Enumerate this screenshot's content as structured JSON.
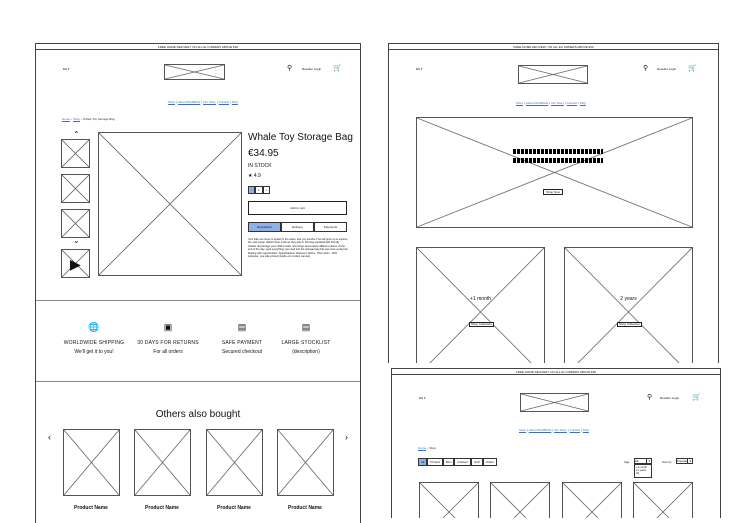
{
  "colors": {
    "accent": "#8fb0e8",
    "link": "#3b6fc4"
  },
  "common": {
    "banner": "FREE HOME DELIVERY ON ALL EU ORDERS ABOVE €60",
    "lang": "EN ▾",
    "reseller_login": "Reseller Login",
    "nav": [
      "Shop",
      "About PlanBKids",
      "Our Story",
      "Contact",
      "FAQ"
    ]
  },
  "product": {
    "breadcrumb": [
      "Home",
      "Shop",
      "Whale Toy Storage Bag"
    ],
    "title": "Whale Toy Storage Bag",
    "price": "€34.95",
    "stock": "IN STOCK",
    "rating": "4.9",
    "qty": {
      "minus": "-",
      "value": "1",
      "plus": "+"
    },
    "add_to_cart": "Add to cart",
    "tabs": [
      "Description",
      "Delivery",
      "Payments"
    ],
    "description": "Your little one loves to splash in the water, and you wonder if he will grow up to explore the vast ocean. Watch them smile as they play in this bag speckled with friendly whales. Encourage your child to learn new things and explore different places. At the end of the day, pack everything you need into the storage bag that was once a playmat floating with opportunities. Specifications: Diameter 140cm, 70% cotton - 30% polyester, one side printed (inside ecru cotton canvas)",
    "features": [
      {
        "icon": "globe-icon",
        "title": "WORLDWIDE SHIPPING",
        "sub": "We'll get it to you!"
      },
      {
        "icon": "box-icon",
        "title": "30 DAYS FOR RETURNS",
        "sub": "For all orders"
      },
      {
        "icon": "credit-card-icon",
        "title": "SAFE PAYMENT",
        "sub": "Secured checkout"
      },
      {
        "icon": "stocklist-icon",
        "title": "LARGE STOCKLIST",
        "sub": "(description)"
      }
    ],
    "others_title": "Others also bought",
    "others": [
      "Product Name",
      "Product Name",
      "Product Name",
      "Product Name"
    ]
  },
  "home": {
    "hero_btn": "Shop Now",
    "collections": [
      {
        "label": "+1 month",
        "btn": "Shop Collection"
      },
      {
        "label": "2 years",
        "btn": "Shop Collection"
      }
    ]
  },
  "shop": {
    "breadcrumb": [
      "Home",
      "Shop"
    ],
    "filters": [
      "All",
      "Printed",
      "Mini",
      "Outdoor",
      "Soft",
      "Outlet"
    ],
    "age_label": "Age",
    "age_value": "All",
    "age_options": [
      "+1 month",
      "2+ years",
      "All"
    ],
    "sort_label": "Sort by",
    "sort_value": "Popular"
  }
}
